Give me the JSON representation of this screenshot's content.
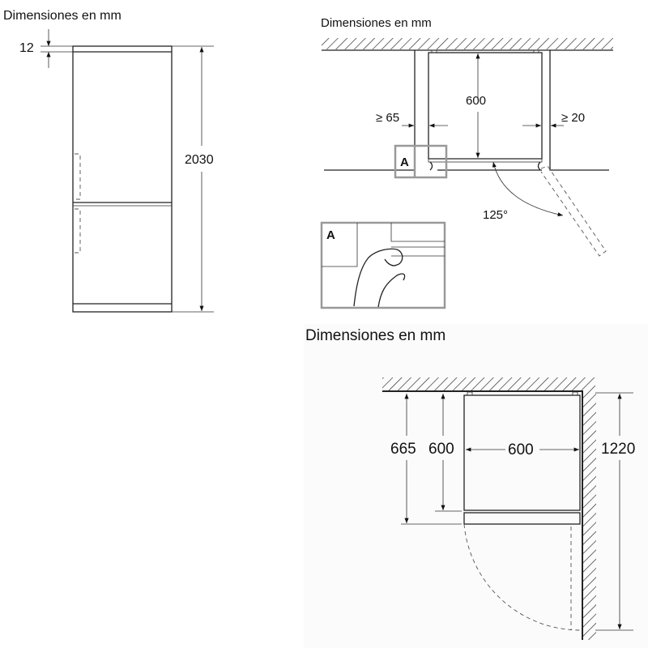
{
  "front_view": {
    "title": "Dimensiones en mm",
    "top_gap": "12",
    "height": "2030"
  },
  "top_view_niche": {
    "title": "Dimensiones en mm",
    "depth": "600",
    "left_clearance": "≥ 65",
    "right_clearance": "≥ 20",
    "detail_marker": "A",
    "door_angle": "125°",
    "detail_label": "A"
  },
  "top_view_corner": {
    "title": "Dimensiones en mm",
    "depth_with_door": "665",
    "depth": "600",
    "width": "600",
    "door_swing_depth": "1220"
  }
}
